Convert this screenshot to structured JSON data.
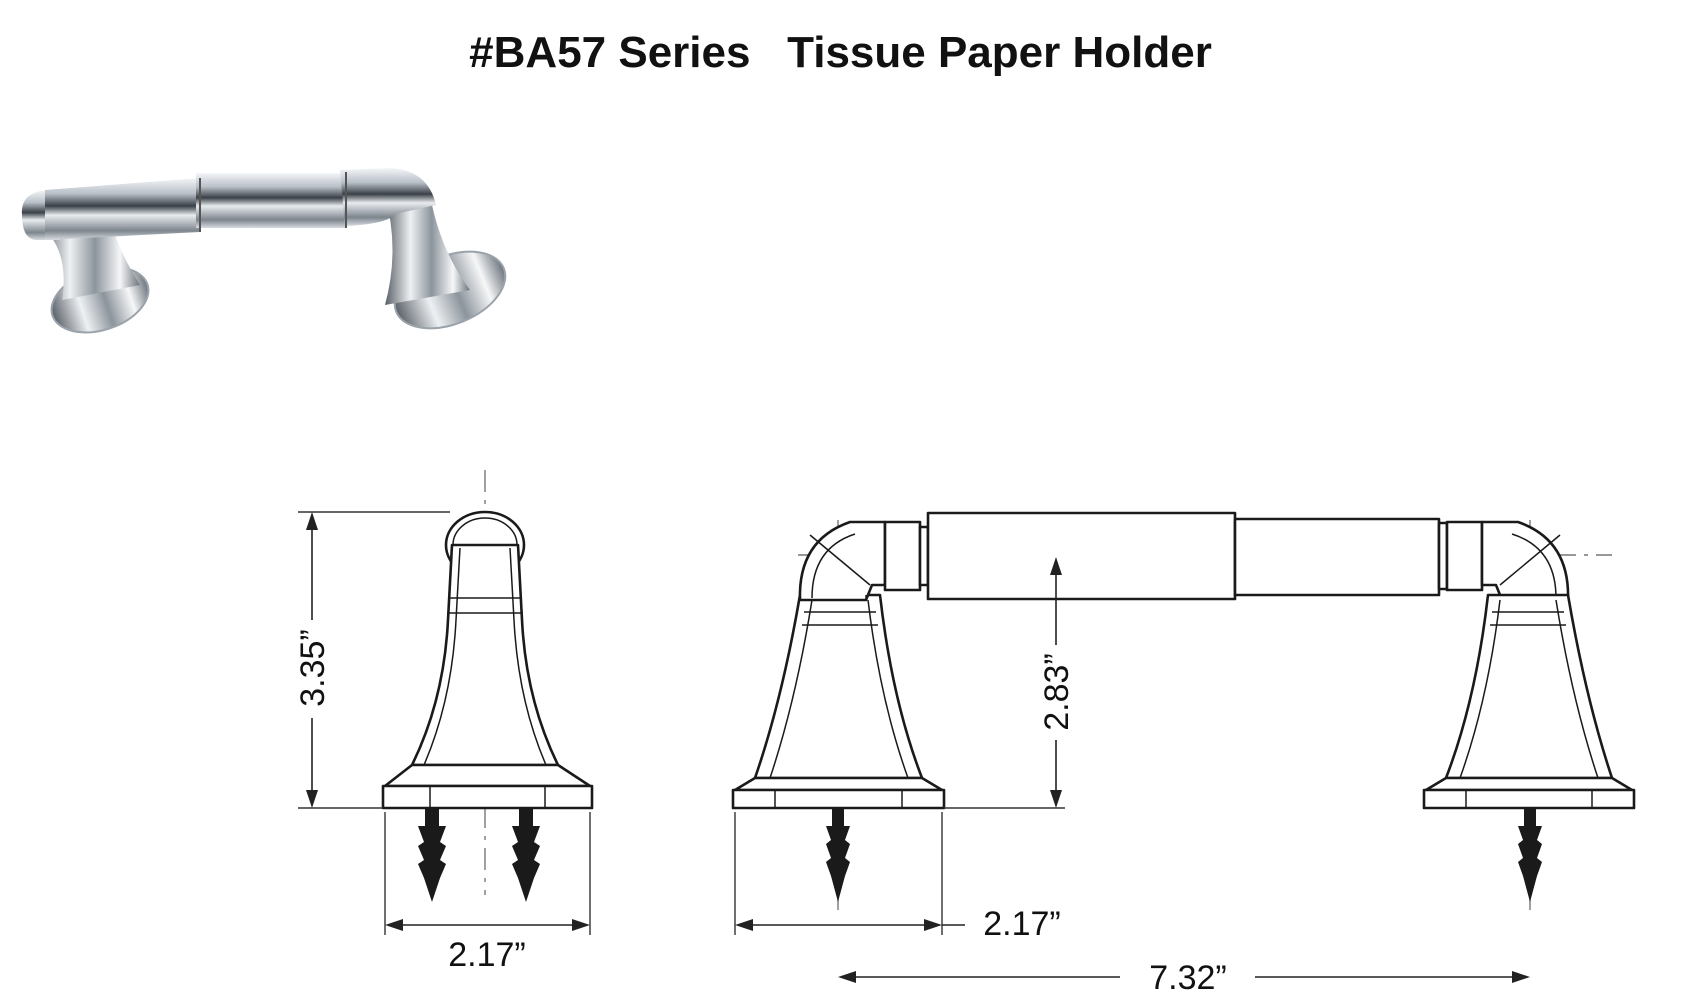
{
  "title": "#BA57 Series   Tissue Paper Holder",
  "dimensions": {
    "side_height": "3.35”",
    "side_base_width": "2.17”",
    "front_axis_height": "2.83”",
    "front_base_width": "2.17”",
    "front_mount_span": "7.32”"
  },
  "colors": {
    "line": "#1a1a1a",
    "chrome_dark": "#3a4048",
    "chrome_light": "#f4f6f8"
  }
}
